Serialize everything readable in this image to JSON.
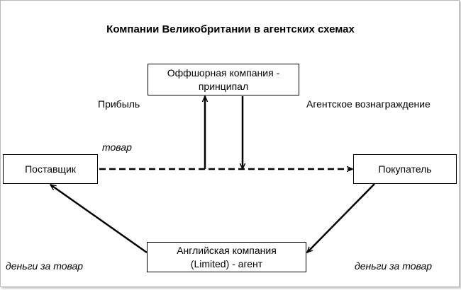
{
  "title": "Компании Великобритании в агентских схемах",
  "nodes": {
    "offshore": {
      "line1": "Оффшорная компания -",
      "line2": "принципал"
    },
    "supplier": "Поставщик",
    "buyer": "Покупатель",
    "agent": {
      "line1": "Английская компания",
      "line2": "(Limited)  - агент"
    }
  },
  "labels": {
    "profit": "Прибыль",
    "agent_fee": "Агентское вознаграждение",
    "goods": "товар",
    "money_left": "деньги за товар",
    "money_right": "деньги за товар"
  }
}
